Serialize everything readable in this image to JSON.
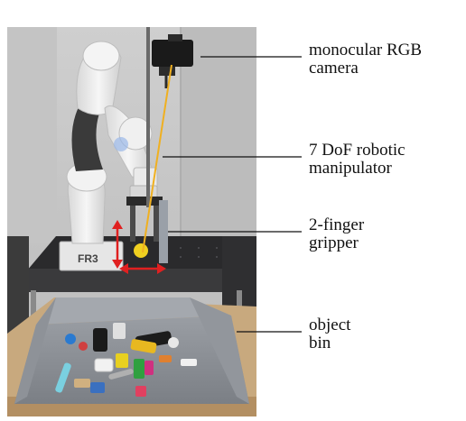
{
  "annotations": [
    {
      "id": "camera",
      "line1": "monocular RGB",
      "line2": "camera"
    },
    {
      "id": "manipulator",
      "line1": "7 DoF robotic",
      "line2": "manipulator"
    },
    {
      "id": "gripper",
      "line1": "2-finger",
      "line2": "gripper"
    },
    {
      "id": "bin",
      "line1": "object",
      "line2": "bin"
    }
  ],
  "robot_base_text": "FR3",
  "colors": {
    "sight_line": "#f0b020",
    "motion_arrows": "#e02020",
    "bin": "#8c9096",
    "table_wood": "#c8a97e",
    "robot": "#eeeeee"
  }
}
